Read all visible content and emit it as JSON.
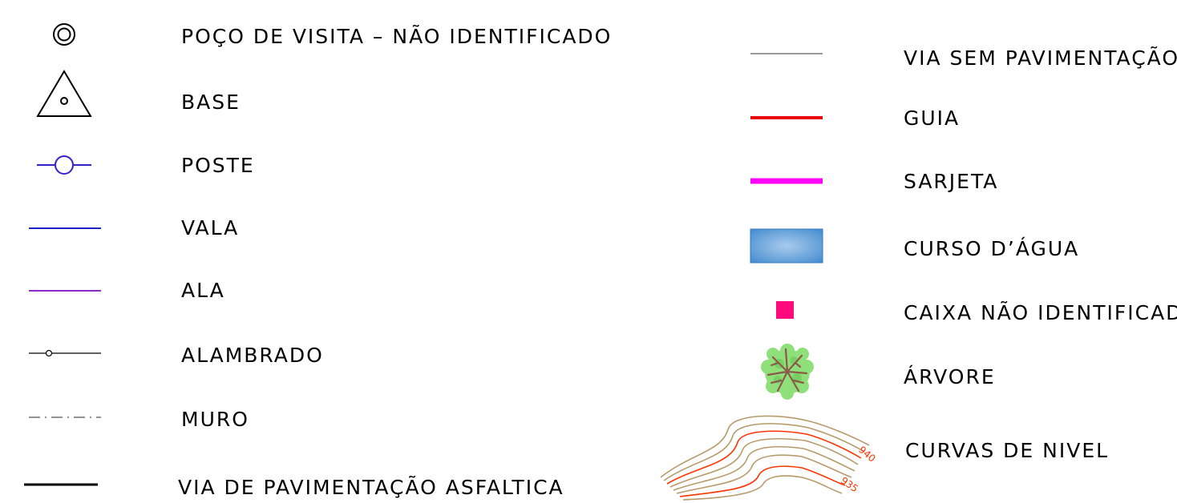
{
  "legend": {
    "left_items": [
      {
        "label": "POÇO DE VISITA – NÃO IDENTIFICADO",
        "symbol": "manhole-icon"
      },
      {
        "label": "BASE",
        "symbol": "base-triangle-icon"
      },
      {
        "label": "POSTE",
        "symbol": "pole-icon"
      },
      {
        "label": "VALA",
        "symbol": "ditch-line-icon",
        "color": "#1f22c8"
      },
      {
        "label": "ALA",
        "symbol": "ala-line-icon",
        "color": "#8a2bc8"
      },
      {
        "label": "ALAMBRADO",
        "symbol": "fence-line-icon"
      },
      {
        "label": "MURO",
        "symbol": "wall-dashdot-icon"
      },
      {
        "label": "VIA DE PAVIMENTAÇÃO ASFALTICA",
        "symbol": "paved-road-line-icon",
        "color": "#000000"
      }
    ],
    "right_items": [
      {
        "label": "VIA SEM PAVIMENTAÇÃO",
        "symbol": "unpaved-road-line-icon",
        "color": "#9a9a9a"
      },
      {
        "label": "GUIA",
        "symbol": "curb-line-icon",
        "color": "#e8000b"
      },
      {
        "label": "SARJETA",
        "symbol": "gutter-line-icon",
        "color": "#ff00ff"
      },
      {
        "label": "CURSO D’ÁGUA",
        "symbol": "watercourse-icon",
        "color": "#5b9bd5"
      },
      {
        "label": "CAIXA NÃO IDENTIFICADA",
        "symbol": "box-icon",
        "color": "#ff0a7c"
      },
      {
        "label": "ÁRVORE",
        "symbol": "tree-icon",
        "color": "#8fe07a"
      },
      {
        "label": "CURVAS DE NIVEL",
        "symbol": "contour-lines-icon",
        "contour_labels": [
          "940",
          "935"
        ],
        "index_color": "#ff3300",
        "minor_color": "#b89a6a"
      }
    ]
  }
}
